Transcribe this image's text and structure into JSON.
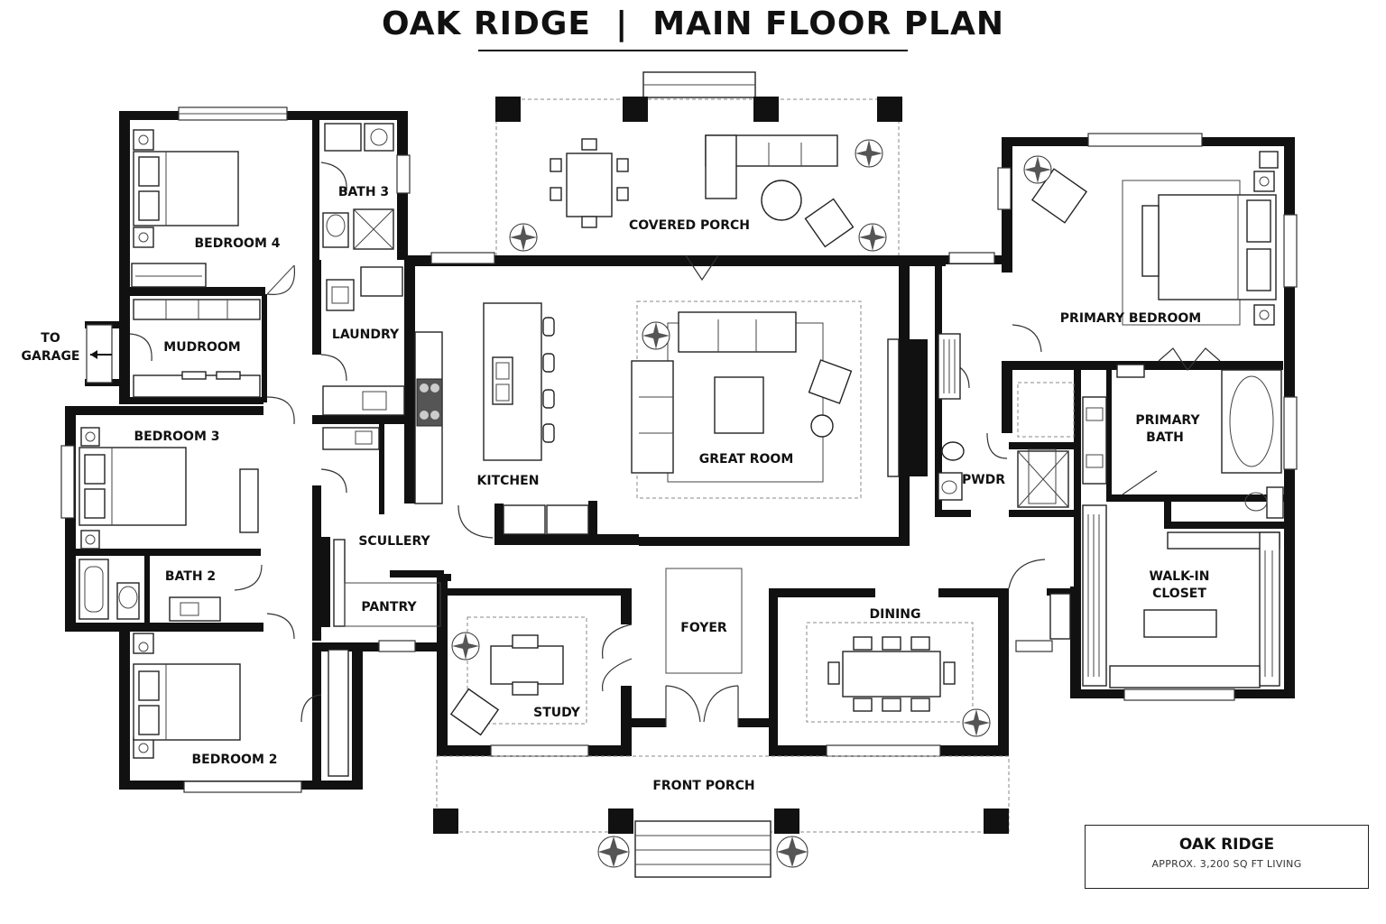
{
  "title": "OAK RIDGE  |  MAIN FLOOR PLAN",
  "rooms": {
    "bedroom4": "BEDROOM 4",
    "bath3": "BATH 3",
    "mudroom": "MUDROOM",
    "to_garage_1": "TO",
    "to_garage_2": "GARAGE",
    "laundry": "LAUNDRY",
    "bedroom3": "BEDROOM 3",
    "bath2": "BATH 2",
    "bedroom2": "BEDROOM 2",
    "scullery": "SCULLERY",
    "pantry": "PANTRY",
    "kitchen": "KITCHEN",
    "covered_porch": "COVERED PORCH",
    "great_room": "GREAT ROOM",
    "study": "STUDY",
    "foyer": "FOYER",
    "dining": "DINING",
    "front_porch": "FRONT PORCH",
    "pwdr": "PWDR",
    "primary_bedroom": "PRIMARY BEDROOM",
    "primary_bath_1": "PRIMARY",
    "primary_bath_2": "BATH",
    "walkin_1": "WALK-IN",
    "walkin_2": "CLOSET"
  },
  "legend": {
    "name": "OAK RIDGE",
    "area": "APPROX. 3,200 SQ FT LIVING"
  },
  "colors": {
    "wall": "#111111",
    "paper": "#ffffff",
    "line": "#333333"
  }
}
